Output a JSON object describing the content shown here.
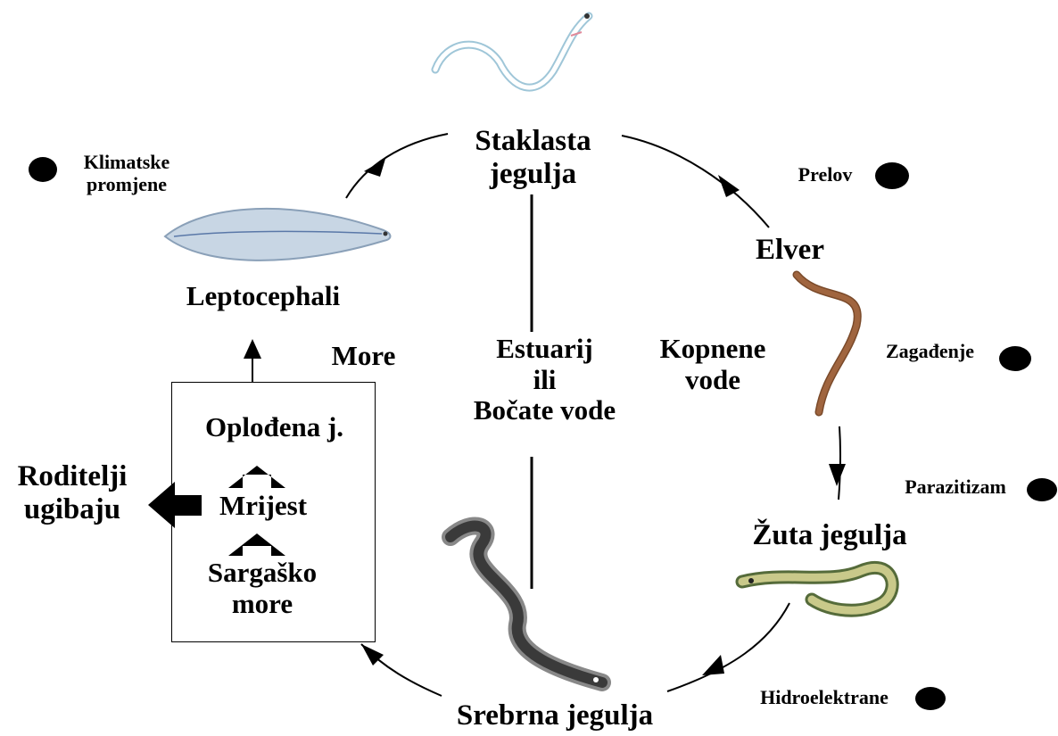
{
  "stages": {
    "glass_eel": "Staklasta\njegulja",
    "elver": "Elver",
    "yellow_eel": "Žuta jegulja",
    "silver_eel": "Srebrna jegulja",
    "leptocephali": "Leptocephali"
  },
  "zones": {
    "sea": "More",
    "estuary": "Estuarij\nili\nBočate vode",
    "freshwater": "Kopnene\nvode"
  },
  "box": {
    "fertilized": "Oplođena j.",
    "spawning": "Mrijest",
    "sargasso": "Sargaško\nmore"
  },
  "parents": "Roditelji\nugibaju",
  "threats": {
    "climate": "Klimatske\npromjene",
    "fishing": "Prelov",
    "pollution": "Zagađenje",
    "parasitism": "Parazitizam",
    "hydro": "Hidroelektrane"
  },
  "colors": {
    "elver_body": "#a0653f",
    "yellow_eel_body": "#c9c98a",
    "silver_eel_back": "#3a3a3a",
    "glass_eel_outline": "#9fc6d8",
    "larva_body": "#c8d6e4"
  }
}
